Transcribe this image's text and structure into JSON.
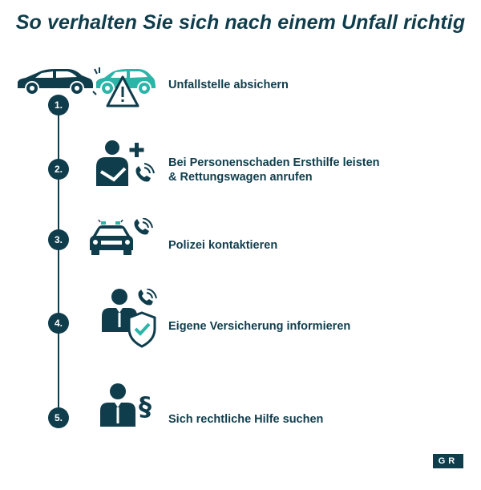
{
  "title": "So verhalten Sie sich nach einem Unfall richtig",
  "steps": [
    {
      "num": "1.",
      "label": "Unfallstelle absichern",
      "icon": "car-crash-warning-icon"
    },
    {
      "num": "2.",
      "label_line1": "Bei Personenschaden Ersthilfe leisten",
      "label_line2": "& Rettungswagen anrufen",
      "icon": "first-aid-phone-icon"
    },
    {
      "num": "3.",
      "label": "Polizei kontaktieren",
      "icon": "police-car-phone-icon"
    },
    {
      "num": "4.",
      "label": "Eigene Versicherung informieren",
      "icon": "insurance-shield-phone-icon"
    },
    {
      "num": "5.",
      "label": "Sich rechtliche Hilfe suchen",
      "icon": "lawyer-paragraph-icon"
    }
  ],
  "logo": "GR",
  "colors": {
    "primary": "#0f3d4c",
    "accent": "#2bb5a8"
  }
}
